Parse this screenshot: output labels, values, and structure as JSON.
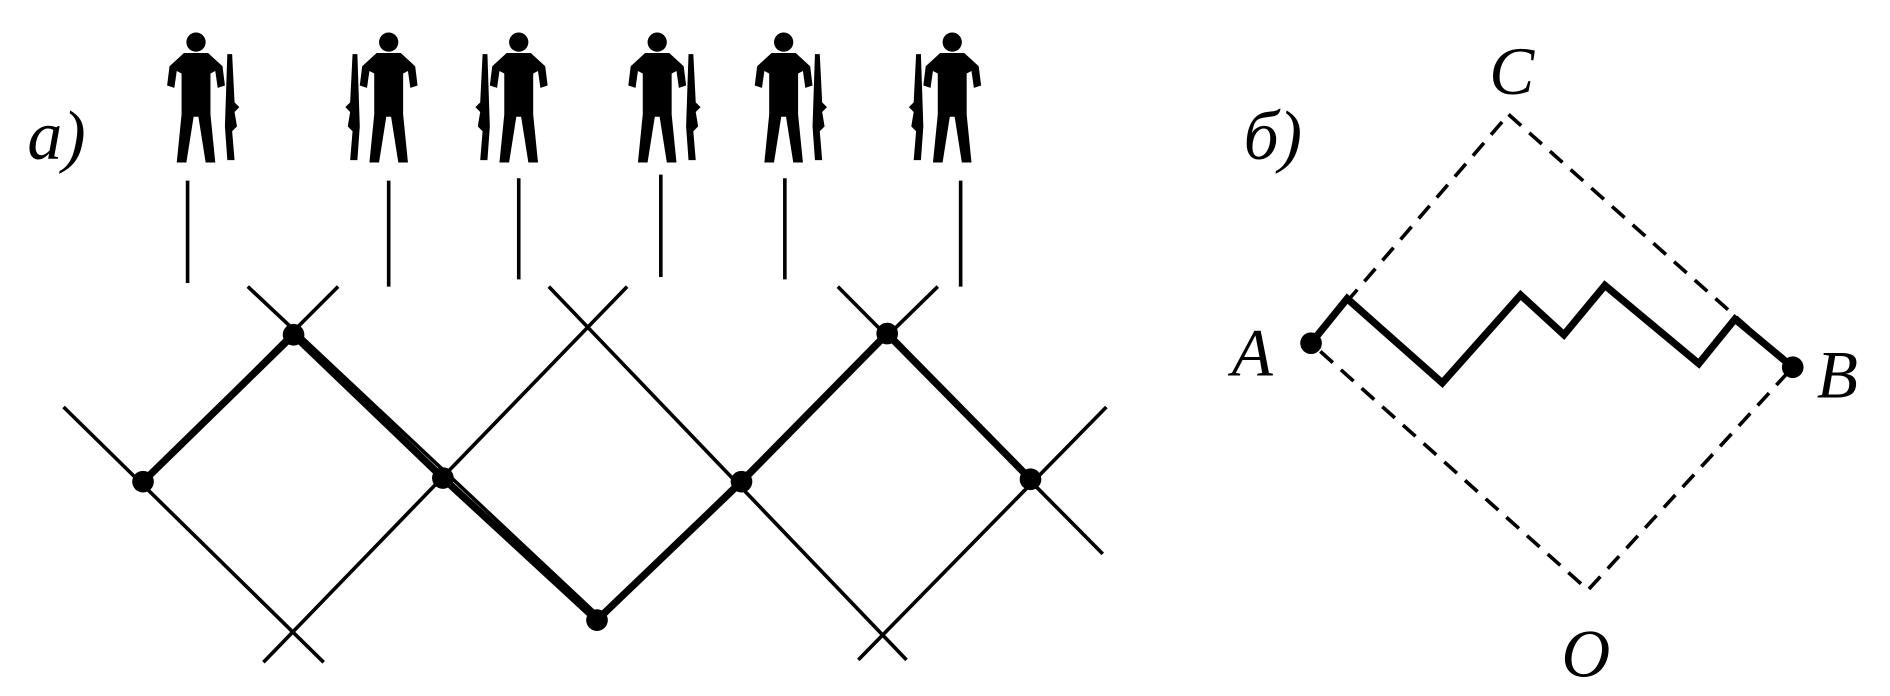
{
  "panel_a": {
    "label": "а)",
    "soldier_count": 6,
    "colors": {
      "ink": "#000000",
      "background": "#ffffff"
    }
  },
  "panel_b": {
    "label": "б)",
    "points": {
      "C": "C",
      "A": "A",
      "B": "B",
      "O": "O"
    }
  }
}
